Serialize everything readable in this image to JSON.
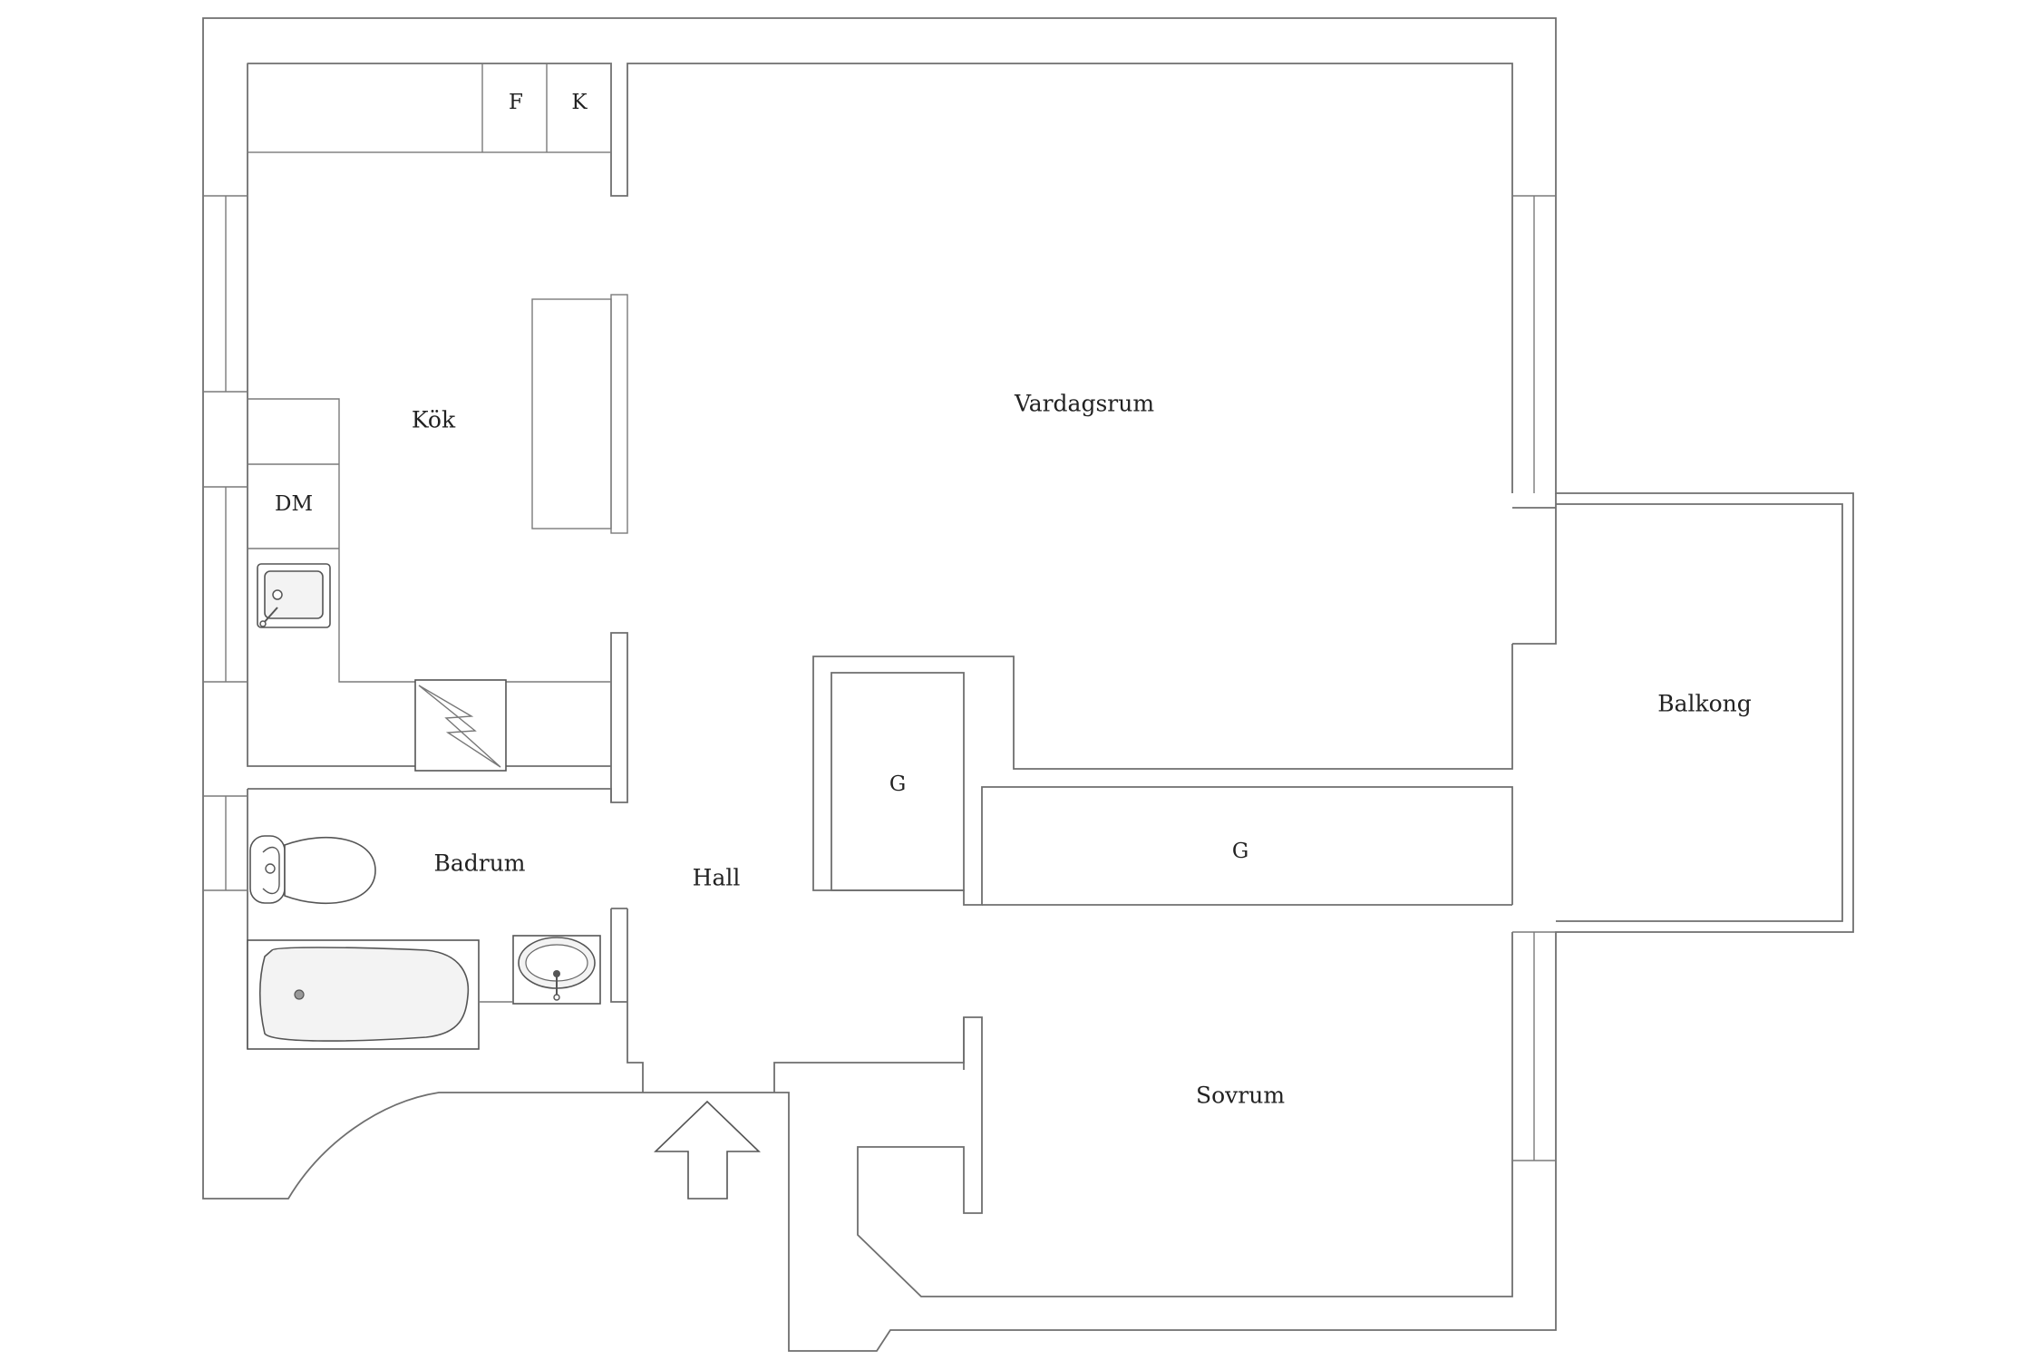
{
  "labels": {
    "kitchen": "Kök",
    "living_room": "Vardagsrum",
    "balcony": "Balkong",
    "bathroom": "Badrum",
    "hall": "Hall",
    "bedroom": "Sovrum",
    "closet_hall": "G",
    "closet_bedroom": "G",
    "fridge": "F",
    "freezer": "K",
    "dishwasher": "DM"
  },
  "colors": {
    "wall": "#6f6f6f",
    "text": "#222222",
    "background": "#ffffff"
  }
}
